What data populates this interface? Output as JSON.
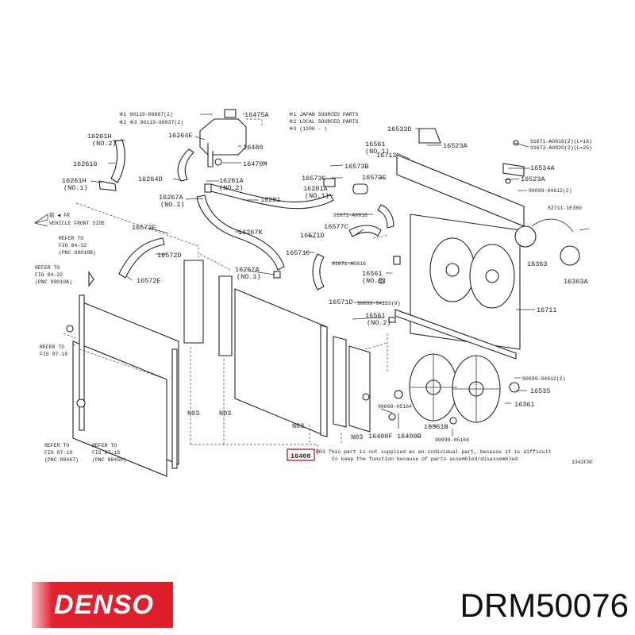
{
  "diagram": {
    "notes": [
      "※1 90119-06887(2)",
      "※2 ※3 90119-90037(2)",
      "※1 JAPAN SOURCED PARTS",
      "※2 LOCAL SOURCED PARTS",
      "※3 (1206 - )",
      "前 ◀ FR",
      "VEHICLE FRONT SIDE",
      "N03 This part is not supplied as an individual part, because it is difficult",
      "to keep the function because of parts assembled/disassembled"
    ],
    "labels": [
      "16475A",
      "16480",
      "16470M",
      "16264E",
      "16261H",
      "(NO.2)",
      "16261G",
      "16264D",
      "16261H",
      "(NO.1)",
      "16281A",
      "(NO.2)",
      "16267A",
      "(NO.1)",
      "16281",
      "16267K",
      "16572E",
      "16572D",
      "16572E",
      "16267A",
      "(NO.1)",
      "REFER TO",
      "FIG 84-32",
      "(PNC G9010B)",
      "REFER TO",
      "FIG 84-32",
      "(PNC G9010A)",
      "REFER TO",
      "FIG 87-18",
      "REFER TO",
      "FIG 87-18",
      "(PNC 88467)",
      "REFER TO",
      "FIG 87-18",
      "(PNC 88450)",
      "16533D",
      "16561",
      "(NO.1)",
      "16712",
      "16523A",
      "91671-A0816(2)(L=16)",
      "91673-A0820(2)(L=25)",
      "16534A",
      "16523A",
      "90099-04612(2)",
      "16573B",
      "16573C",
      "16573C",
      "16281A",
      "(NO.1)",
      "91671-A0816",
      "16577C",
      "16571D",
      "16571C",
      "91671-A0816",
      "16561",
      "(NO.3)",
      "90099-04119(6)",
      "16571D",
      "16561",
      "(NO.2)",
      "82711-1E360",
      "16363",
      "16363A",
      "16711",
      "90099-04612(2)",
      "16535",
      "16361",
      "90099-05164",
      "16361B",
      "90099-05164",
      "16400F",
      "16400B",
      "N03",
      "N03",
      "N03",
      "N03",
      "16400",
      "1342C0F"
    ]
  },
  "brand": {
    "logo": "DENSO",
    "accent": "#dc1f2b"
  },
  "part_number": "DRM50076"
}
